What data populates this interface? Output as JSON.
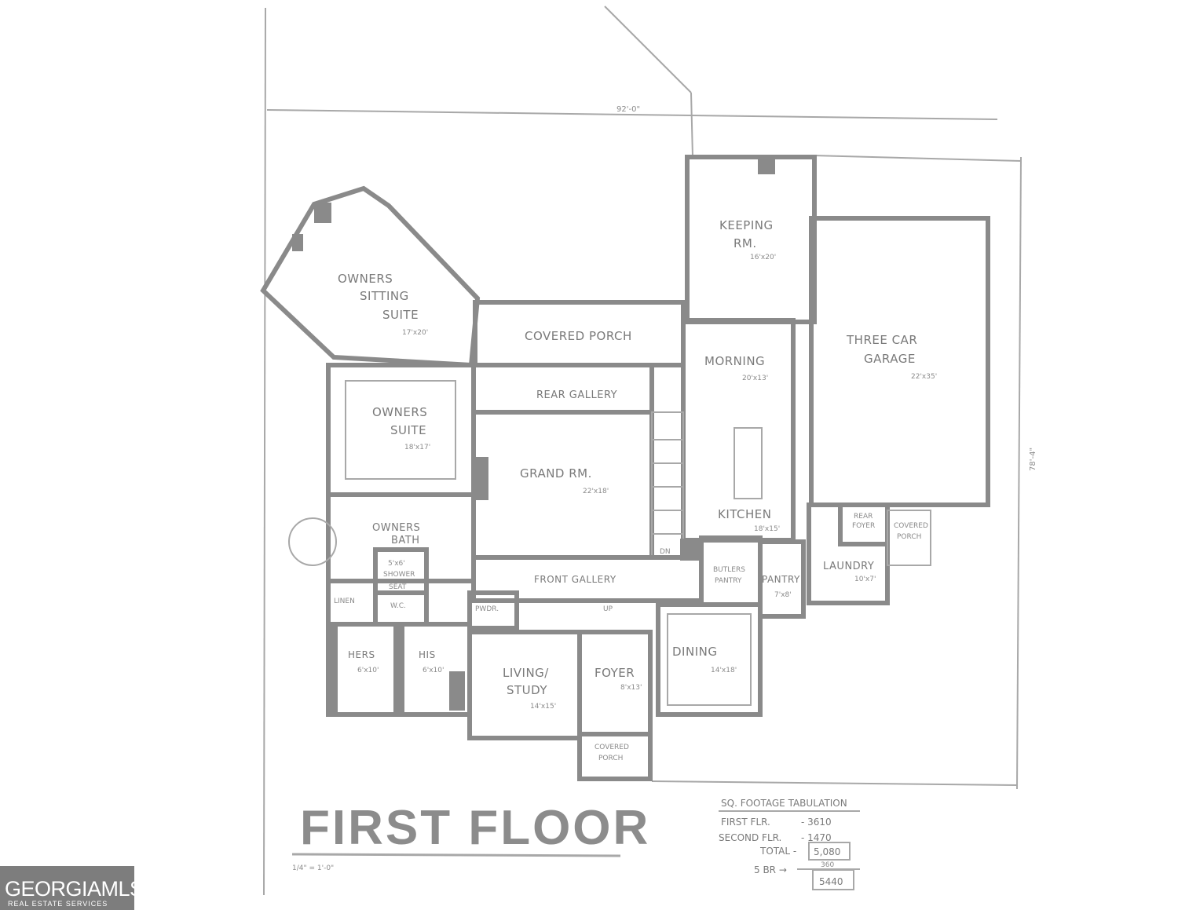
{
  "drawing": {
    "title": "FIRST FLOOR",
    "scale": "1/4\" = 1'-0\"",
    "dimensions": {
      "width": "92'-0\"",
      "depth": "78'-4\""
    },
    "rooms": {
      "owners_sitting": {
        "name1": "OWNERS",
        "name2": "SITTING",
        "name3": "SUITE",
        "size": "17'x20'"
      },
      "covered_porch_rear": {
        "name": "COVERED PORCH"
      },
      "keeping": {
        "name1": "KEEPING",
        "name2": "RM.",
        "size": "16'x20'"
      },
      "garage": {
        "name1": "THREE CAR",
        "name2": "GARAGE",
        "size": "22'x35'"
      },
      "morning": {
        "name": "MORNING",
        "size": "20'x13'"
      },
      "rear_gallery": {
        "name": "REAR GALLERY"
      },
      "owners_suite": {
        "name1": "OWNERS",
        "name2": "SUITE",
        "size": "18'x17'"
      },
      "grand": {
        "name": "GRAND RM.",
        "size": "22'x18'"
      },
      "kitchen": {
        "name": "KITCHEN",
        "size": "18'x15'"
      },
      "owners_bath": {
        "name1": "OWNERS",
        "name2": "BATH"
      },
      "shower": {
        "name1": "5'x6'",
        "name2": "SHOWER",
        "name3": "SEAT"
      },
      "wc": {
        "name": "W.C."
      },
      "linen": {
        "name": "LINEN"
      },
      "pwdr": {
        "name": "PWDR."
      },
      "front_gallery": {
        "name": "FRONT GALLERY"
      },
      "butlers": {
        "name1": "BUTLERS",
        "name2": "PANTRY"
      },
      "pantry": {
        "name": "PANTRY",
        "size": "7'x8'"
      },
      "rear_foyer": {
        "name1": "REAR",
        "name2": "FOYER"
      },
      "covered_porch_side": {
        "name1": "COVERED",
        "name2": "PORCH"
      },
      "laundry": {
        "name": "LAUNDRY",
        "size": "10'x7'"
      },
      "hers": {
        "name": "HERS",
        "size": "6'x10'"
      },
      "his": {
        "name": "HIS",
        "size": "6'x10'"
      },
      "living": {
        "name1": "LIVING/",
        "name2": "STUDY",
        "size": "14'x15'"
      },
      "foyer": {
        "name": "FOYER",
        "size": "8'x13'"
      },
      "dining": {
        "name": "DINING",
        "size": "14'x18'"
      },
      "covered_porch_front": {
        "name1": "COVERED",
        "name2": "PORCH"
      },
      "up": "UP",
      "dn": "DN"
    },
    "sq_footage": {
      "heading": "SQ. FOOTAGE TABULATION",
      "rows": [
        {
          "label": "FIRST FLR.",
          "value": "- 3610"
        },
        {
          "label": "SECOND FLR.",
          "value": "- 1470"
        },
        {
          "label": "TOTAL -",
          "value": "5,080"
        }
      ],
      "extra_label": "5 BR →",
      "extra_value": "360",
      "grand_total": "5440"
    }
  },
  "logo": {
    "name_a": "GEORGIA",
    "name_b": "MLS",
    "sub": "REAL ESTATE SERVICES"
  }
}
